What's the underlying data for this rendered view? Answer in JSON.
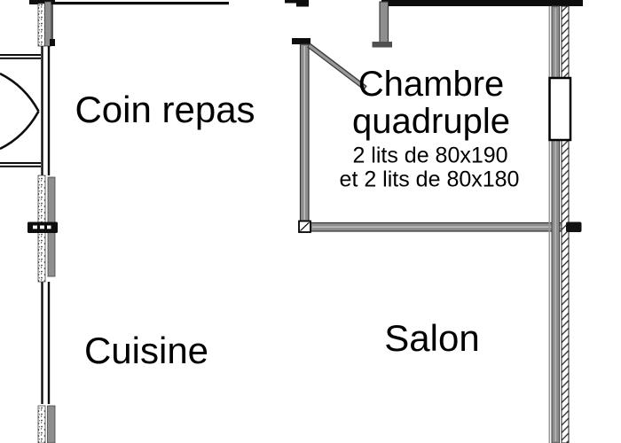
{
  "plan": {
    "kind": "apartment floor plan",
    "colors": {
      "wall_fill_gray": "#8e8e8e",
      "wall_outline": "#3a3a3a",
      "line_black": "#0d0d0d",
      "background": "#ffffff"
    },
    "rooms": {
      "coin_repas": {
        "label": "Coin repas"
      },
      "chambre_quadruple": {
        "name_line1": "Chambre",
        "name_line2": "quadruple",
        "beds_line1": "2 lits de 80x190",
        "beds_line2": "et 2 lits de 80x180"
      },
      "cuisine": {
        "label": "Cuisine"
      },
      "salon": {
        "label": "Salon"
      }
    }
  }
}
